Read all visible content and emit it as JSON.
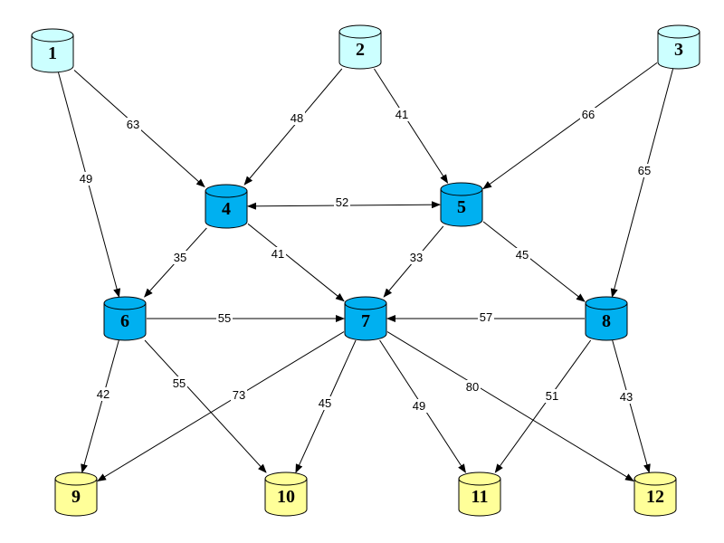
{
  "colors": {
    "source": "#ccffff",
    "intermediate": "#00b0f0",
    "sink": "#ffff99",
    "stroke": "#000000",
    "edge": "#000000"
  },
  "nodes": [
    {
      "id": "1",
      "label": "1",
      "kind": "source"
    },
    {
      "id": "2",
      "label": "2",
      "kind": "source"
    },
    {
      "id": "3",
      "label": "3",
      "kind": "source"
    },
    {
      "id": "4",
      "label": "4",
      "kind": "intermediate"
    },
    {
      "id": "5",
      "label": "5",
      "kind": "intermediate"
    },
    {
      "id": "6",
      "label": "6",
      "kind": "intermediate"
    },
    {
      "id": "7",
      "label": "7",
      "kind": "intermediate"
    },
    {
      "id": "8",
      "label": "8",
      "kind": "intermediate"
    },
    {
      "id": "9",
      "label": "9",
      "kind": "sink"
    },
    {
      "id": "10",
      "label": "10",
      "kind": "sink"
    },
    {
      "id": "11",
      "label": "11",
      "kind": "sink"
    },
    {
      "id": "12",
      "label": "12",
      "kind": "sink"
    }
  ],
  "edges": [
    {
      "from": "1",
      "to": "4",
      "weight": "63"
    },
    {
      "from": "1",
      "to": "6",
      "weight": "49"
    },
    {
      "from": "2",
      "to": "4",
      "weight": "48"
    },
    {
      "from": "2",
      "to": "5",
      "weight": "41"
    },
    {
      "from": "3",
      "to": "5",
      "weight": "66"
    },
    {
      "from": "3",
      "to": "8",
      "weight": "65"
    },
    {
      "from": "4",
      "to": "5",
      "weight": "52",
      "bidirectional": true
    },
    {
      "from": "4",
      "to": "6",
      "weight": "35"
    },
    {
      "from": "4",
      "to": "7",
      "weight": "41"
    },
    {
      "from": "5",
      "to": "7",
      "weight": "33"
    },
    {
      "from": "5",
      "to": "8",
      "weight": "45"
    },
    {
      "from": "6",
      "to": "7",
      "weight": "55"
    },
    {
      "from": "8",
      "to": "7",
      "weight": "57"
    },
    {
      "from": "6",
      "to": "9",
      "weight": "42"
    },
    {
      "from": "6",
      "to": "10",
      "weight": "55"
    },
    {
      "from": "7",
      "to": "9",
      "weight": "73"
    },
    {
      "from": "7",
      "to": "10",
      "weight": "45"
    },
    {
      "from": "7",
      "to": "11",
      "weight": "49"
    },
    {
      "from": "7",
      "to": "12",
      "weight": "80"
    },
    {
      "from": "8",
      "to": "11",
      "weight": "51"
    },
    {
      "from": "8",
      "to": "12",
      "weight": "43"
    }
  ]
}
